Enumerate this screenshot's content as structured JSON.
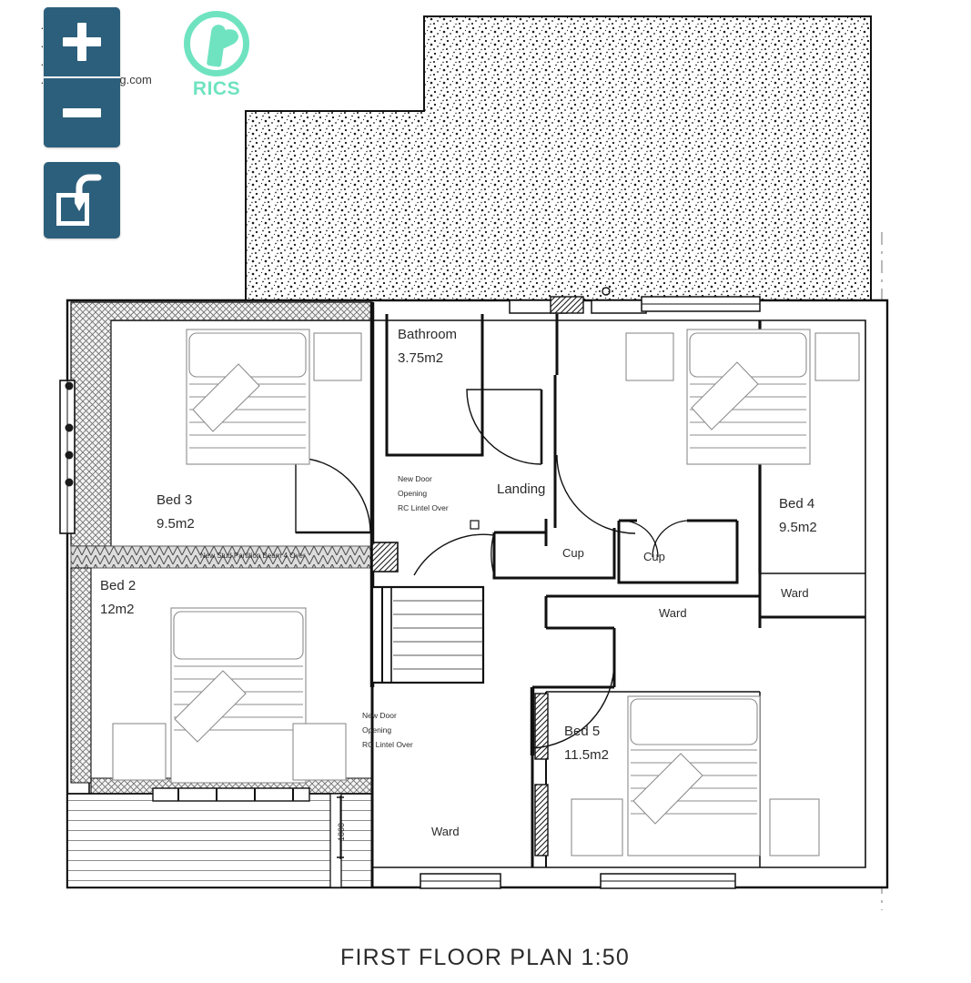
{
  "viewer": {
    "controls": {
      "zoom_in": {
        "label": "+",
        "name": "zoom-in"
      },
      "zoom_out": {
        "label": "−",
        "name": "zoom-out"
      },
      "rotate": {
        "label": "Rotate",
        "name": "rotate"
      }
    },
    "accent_color": "#2c5f7c"
  },
  "letterhead": {
    "lines": "…………\n………… YA\n…………2819\n………surveying.com",
    "logo": {
      "word": "RICS",
      "color": "#6fe3c0"
    }
  },
  "drawing": {
    "title": "FIRST FLOOR PLAN 1:50",
    "rooms": [
      {
        "key": "bed3",
        "name": "Bed 3",
        "area": "9.5m2"
      },
      {
        "key": "bed2",
        "name": "Bed 2",
        "area": "12m2"
      },
      {
        "key": "bed4",
        "name": "Bed 4",
        "area": "9.5m2"
      },
      {
        "key": "bed5",
        "name": "Bed 5",
        "area": "11.5m2"
      },
      {
        "key": "bathroom",
        "name": "Bathroom",
        "area": "3.75m2"
      },
      {
        "key": "landing",
        "name": "Landing",
        "area": ""
      }
    ],
    "labels": {
      "bed3_name": "Bed 3",
      "bed3_area": "9.5m2",
      "bed2_name": "Bed 2",
      "bed2_area": "12m2",
      "bed4_name": "Bed 4",
      "bed4_area": "9.5m2",
      "bed5_name": "Bed 5",
      "bed5_area": "11.5m2",
      "bathroom_name": "Bathroom",
      "bathroom_area": "3.75m2",
      "landing": "Landing",
      "cup_left": "Cup",
      "cup_right": "Cup",
      "ward_right_upper": "Ward",
      "ward_centre": "Ward",
      "ward_bottom": "Ward"
    },
    "notes": {
      "partition": "New Stud Partition Beam 4 Over",
      "door_note_1_l1": "New Door",
      "door_note_1_l2": "Opening",
      "door_note_1_l3": "RC Lintel Over",
      "door_note_2_l1": "New Door",
      "door_note_2_l2": "Opening",
      "door_note_2_l3": "RC Lintel Over"
    },
    "dimensions": {
      "stair_width": "1000"
    }
  }
}
